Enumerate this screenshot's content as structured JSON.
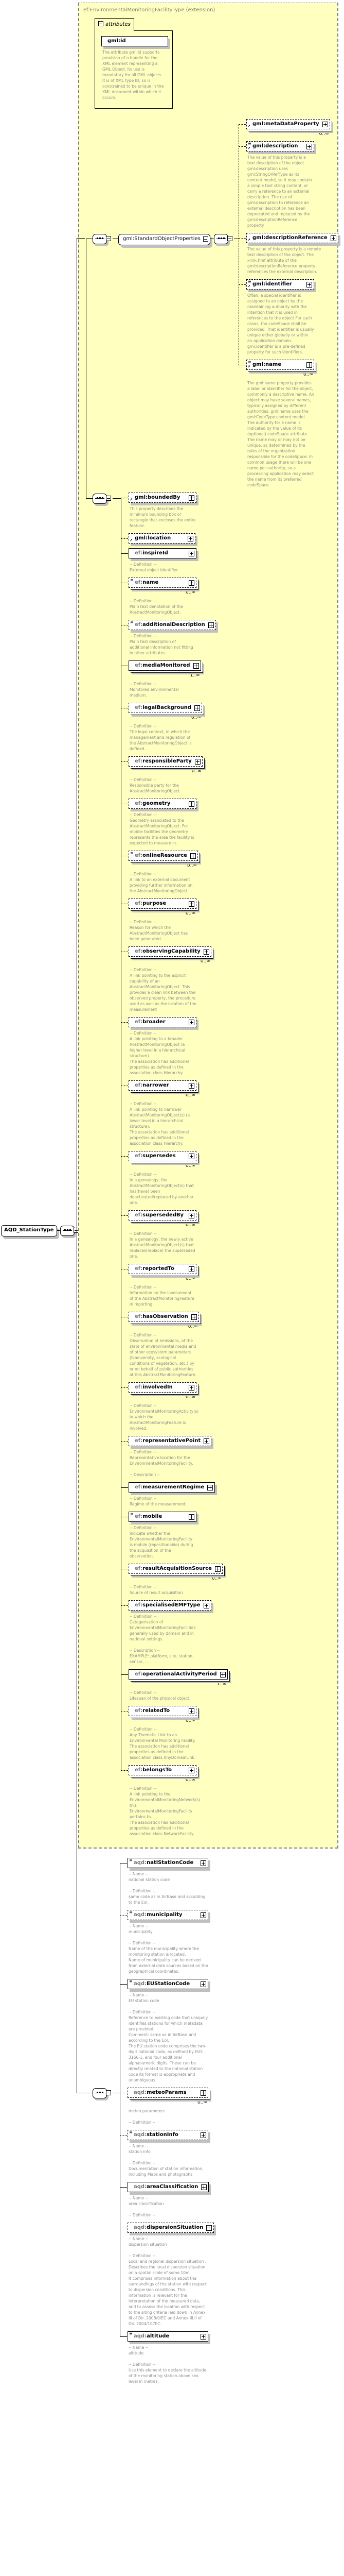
{
  "diagram": {
    "type_label": "ef:EnvironmentalMonitoringFacilityType",
    "type_suffix": "(extension)",
    "root": "AQD_StationType",
    "attributes_label": "attributes",
    "group_label": "gml:StandardObjectProperties",
    "colors": {
      "background": "#ffffc0",
      "description": "#8e8e8e",
      "shadow": "#c0c0c0"
    }
  },
  "attributes": [
    {
      "prefix": "gml:",
      "name": "id",
      "desc": "The attribute gml:id supports provision of a handle for the XML element representing a GML Object. Its use is mandatory for all GML objects. It is of XML type ID, so is constrained to be unique in the XML document within which it occurs."
    }
  ],
  "gml_properties": [
    {
      "prefix": "gml:",
      "name": "metaDataProperty",
      "optional": true,
      "ref": true,
      "multi": "0..∞",
      "desc": ""
    },
    {
      "prefix": "gml:",
      "name": "description",
      "optional": true,
      "ref": true,
      "doc": true,
      "desc": "The value of this property is a text description of the object. gml:description uses gml:StringOrRefType as its content model, so it may contain a simple text string content, or carry a reference to an external description. The use of gml:description to reference an external description has been deprecated and replaced by the gml:descriptionReference property."
    },
    {
      "prefix": "gml:",
      "name": "descriptionReference",
      "optional": true,
      "ref": true,
      "wide": true,
      "desc": "The value of this property is a remote text description of the object. The xlink:href attribute of the gml:descriptionReference property references the external description."
    },
    {
      "prefix": "gml:",
      "name": "identifier",
      "optional": true,
      "ref": true,
      "doc": true,
      "desc": "Often, a special identifier is assigned to an object by the maintaining authority with the intention that it is used in references to the object For such cases, the codeSpace shall be provided. That identifier is usually unique either globally or within an application domain. gml:identifier is a pre-defined property for such identifiers."
    },
    {
      "prefix": "gml:",
      "name": "name",
      "optional": true,
      "ref": true,
      "doc": true,
      "multi": "0..∞",
      "desc": "The gml:name property provides a label or identifier for the object, commonly a descriptive name. An object may have several names, typically assigned by different authorities. gml:name uses the gml:CodeType content model.  The authority for a name is indicated by the value of its (optional) codeSpace attribute.  The name may or may not be unique, as determined by the rules of the organization responsible for the codeSpace.  In common usage there will be one name per authority, so a processing application may select the name from its preferred codeSpace."
    }
  ],
  "ef_elements": [
    {
      "prefix": "gml:",
      "name": "boundedBy",
      "optional": true,
      "ref": true,
      "dark": true,
      "desc": "This property describes the minimum bounding box or rectangle that encloses the entire feature."
    },
    {
      "prefix": "gml:",
      "name": "location",
      "optional": true,
      "ref": true,
      "dark": true,
      "desc": ""
    },
    {
      "prefix": "ef:",
      "name": "inspireId",
      "desc": "-- Definition --\nExternal object identifier."
    },
    {
      "prefix": "ef:",
      "name": "name",
      "optional": true,
      "doc": true,
      "multi": "0..∞",
      "desc": "-- Definition --\nPlain text denotation of the AbstractMonitoringObject."
    },
    {
      "prefix": "ef:",
      "name": "additionalDescription",
      "optional": true,
      "doc": true,
      "desc": "-- Definition --\nPlain text description of additional information not fitting in other attributes."
    },
    {
      "prefix": "ef:",
      "name": "mediaMonitored",
      "multi": "1..∞",
      "desc": "-- Definition --\nMonitored environmental medium."
    },
    {
      "prefix": "ef:",
      "name": "legalBackground",
      "optional": true,
      "multi": "0..∞",
      "desc": "-- Definition --\nThe legal context, in which the management and regulation of the AbstractMonitoringObject is defined."
    },
    {
      "prefix": "ef:",
      "name": "responsibleParty",
      "optional": true,
      "multi": "0..∞",
      "desc": "-- Definition --\nResponsible party for the AbstractMonitoringObject."
    },
    {
      "prefix": "ef:",
      "name": "geometry",
      "optional": true,
      "desc": "-- Definition --\nGeometry associated to the AbstractMonitoringObject. For mobile facilities the geometry represents the area the facility is expected to measure in."
    },
    {
      "prefix": "ef:",
      "name": "onlineResource",
      "optional": true,
      "doc": true,
      "multi": "0..∞",
      "desc": "-- Definition --\nA link to an external document providing further information on the AbstractMonitoringObject."
    },
    {
      "prefix": "ef:",
      "name": "purpose",
      "optional": true,
      "multi": "0..∞",
      "desc": "-- Definition --\nReason for which the AbstractMonitoringObject has been generated."
    },
    {
      "prefix": "ef:",
      "name": "observingCapability",
      "optional": true,
      "multi": "0..∞",
      "desc": "-- Definition --\nA link pointing to the explicit capability of an AbstractMonitoringObject. This provides a clean link between the observed property, the procedure used as well as the location of the measurement"
    },
    {
      "prefix": "ef:",
      "name": "broader",
      "optional": true,
      "desc": "-- Definition --\nA link pointing to a broader AbstractMonitoringObject (a higher level in a hierarchical structure).\nThe association has additional\nproperties as defined in the association class Hierarchy."
    },
    {
      "prefix": "ef:",
      "name": "narrower",
      "optional": true,
      "multi": "0..∞",
      "desc": "-- Definition --\nA link pointing to narrower AbstractMonitoringObject(s) (a lower level in a hierarchical structure).\nThe association has additional\nproperties as defined in the association class Hierarchy."
    },
    {
      "prefix": "ef:",
      "name": "supersedes",
      "optional": true,
      "multi": "0..∞",
      "desc": "-- Definition --\nIn a genealogy, the AbstractMonitoringObject(s) that has(have) been deactivated/replaced by another one."
    },
    {
      "prefix": "ef:",
      "name": "supersededBy",
      "optional": true,
      "multi": "0..∞",
      "desc": "-- Definition --\nIn a genealogy, the newly active AbstractMonitoringObject(s) that replaces(replace) the superseded one."
    },
    {
      "prefix": "ef:",
      "name": "reportedTo",
      "optional": true,
      "multi": "0..∞",
      "desc": "-- Definition --\nInformation on the involvement of the AbstractMonitoringFeature in reporting."
    },
    {
      "prefix": "ef:",
      "name": "hasObservation",
      "optional": true,
      "multi": "0..∞",
      "desc": "-- Definition --\nObservation of emissions, of the state of environmental media and of other ecosystem parameters (biodiversity, ecological conditions of vegetation, etc.) by or on behalf of public authorities at this AbstractMonitoringFeature."
    },
    {
      "prefix": "ef:",
      "name": "involvedIn",
      "optional": true,
      "multi": "0..∞",
      "desc": "-- Definition --\nEnvironmentalMonitoringActivity(s) in which the AbstractMonitoringFeature is involved."
    },
    {
      "prefix": "ef:",
      "name": "representativePoint",
      "optional": true,
      "desc": "-- Definition --\nRepresentative location for the EnvironmentalMonitoringFacility.\n\n-- Description --"
    },
    {
      "prefix": "ef:",
      "name": "measurementRegime",
      "desc": "-- Definition --\nRegime of the measurement."
    },
    {
      "prefix": "ef:",
      "name": "mobile",
      "doc": true,
      "desc": "-- Definition --\nIndicate whether the EnvironmentalMonitoringFacility is mobile (repositionable) during the acquisition of the observation."
    },
    {
      "prefix": "ef:",
      "name": "resultAcquisitionSource",
      "optional": true,
      "multi": "0..∞",
      "desc": "-- Definition --\nSource of result acquisition"
    },
    {
      "prefix": "ef:",
      "name": "specialisedEMFType",
      "optional": true,
      "desc": "-- Definition --\nCategorisation of EnvironmentalMonitoringFacilities generally used by domain and in national settings.\n\n-- Description --\nEXAMPLE: platform, site, station, sensor, ..."
    },
    {
      "prefix": "ef:",
      "name": "operationalActivityPeriod",
      "multi": "1..∞",
      "desc": "-- Definition --\nLifespan of the physical object."
    },
    {
      "prefix": "ef:",
      "name": "relatedTo",
      "optional": true,
      "multi": "0..∞",
      "desc": "-- Definition --\nAny Thematic Link to an Environmental Monitoring Facility.\nThe association has additional properties as defined in the association class AnyDomainLink."
    },
    {
      "prefix": "ef:",
      "name": "belongsTo",
      "optional": true,
      "multi": "0..∞",
      "desc": "-- Definition --\nA link pointing to the EnvironmentalMonitoringNetwork(s) this EnvironmentalMonitoringFacility pertains to.\nThe association has additional properties as defined in the association class NetworkFacility."
    }
  ],
  "aqd_elements": [
    {
      "prefix": "aqd:",
      "name": "natlStationCode",
      "doc": true,
      "desc": "-- Name --\nnational station code\n\n-- Definition --\nsame code as in AirBase and according to the EoI."
    },
    {
      "prefix": "aqd:",
      "name": "municipality",
      "optional": true,
      "doc": true,
      "desc": "-- Name --\nmunicipality\n\n-- Definition --\nName of the municipality where the monitoring station is located.\nName of municipality can be derived from external data sources based on the geographical coordinates."
    },
    {
      "prefix": "aqd:",
      "name": "EUStationCode",
      "doc": true,
      "desc": "-- Name --\nEU station code\n\n-- Definition --\nReference to existing code that uniquely identifies stations for which metadata are provided.\nComment: same as in AirBase and according to the EoI.\nThe EU station code comprises the two-digit national code, as defined by ISO-3166-1, and four additional alphanumeric digits. These can be directly related to the national station code its format is appropriate and unambiguous."
    },
    {
      "prefix": "aqd:",
      "name": "meteoParams",
      "optional": true,
      "multi": "0..∞",
      "desc": "meteo parameters\n\n-- Definition --"
    },
    {
      "prefix": "aqd:",
      "name": "stationInfo",
      "optional": true,
      "doc": true,
      "desc": "-- Name --\nstation info\n\n-- Definition --\nDocumentation of station information, including Maps and photographs"
    },
    {
      "prefix": "aqd:",
      "name": "areaClassification",
      "desc": "-- Name --\narea classification\n\n-- Definition --"
    },
    {
      "prefix": "aqd:",
      "name": "dispersionSituation",
      "optional": true,
      "desc": "-- Name --\ndispersion situation\n\n-- Definition --\nLocal and regional dispersion situation : Describes the local dispersion situation on a spatial scale of some 10m.\nIt comprises information about the surroundings of the station with respect to dispersion conditions. This information is relevant for the interpretation of the measured data, and to assess the location with respect to the siting criteria laid down in Annex III of Dir. 2008/0/EC and Annex III.II of Dir. 2004/107EC."
    },
    {
      "prefix": "aqd:",
      "name": "altitude",
      "doc": true,
      "desc": "-- Name --\naltitude\n\n-- Definition --\nUse this element to declare the altitude of the monitoring station above sea level in metres."
    }
  ]
}
